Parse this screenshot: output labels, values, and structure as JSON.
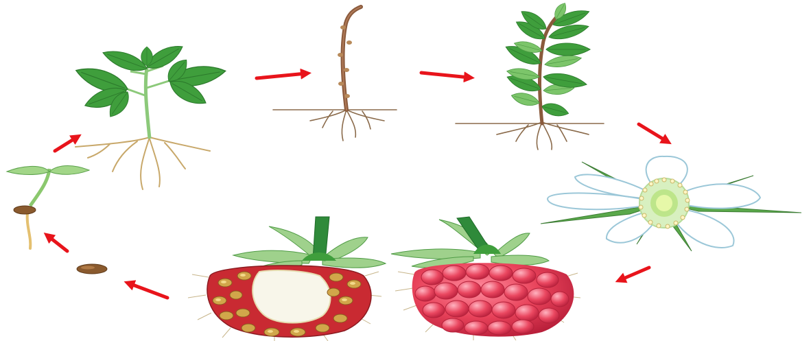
{
  "diagram": {
    "stages": [
      {
        "id": "seed",
        "icon": "seed-icon"
      },
      {
        "id": "germinating-seed",
        "icon": "germinating-seed-icon"
      },
      {
        "id": "seedling",
        "icon": "seedling-icon"
      },
      {
        "id": "young-plant",
        "icon": "young-plant-icon"
      },
      {
        "id": "dormant-cane",
        "icon": "dormant-cane-icon"
      },
      {
        "id": "leafy-cane",
        "icon": "leafy-cane-icon"
      },
      {
        "id": "flower",
        "icon": "raspberry-flower-icon"
      },
      {
        "id": "fruit",
        "icon": "raspberry-fruit-icon"
      },
      {
        "id": "fruit-cross-section",
        "icon": "raspberry-cross-section-icon"
      }
    ],
    "colors": {
      "arrow": "#e8141b",
      "leaf": "#3f9e3c",
      "leaf_light": "#8ccf7a",
      "stem": "#8a5a3c",
      "root": "#c8a86a",
      "berry": "#e8425a",
      "berry_dark": "#b8242c",
      "seed": "#8a5a2e",
      "petal": "#ffffff",
      "petal_edge": "#9bc7d8"
    }
  }
}
